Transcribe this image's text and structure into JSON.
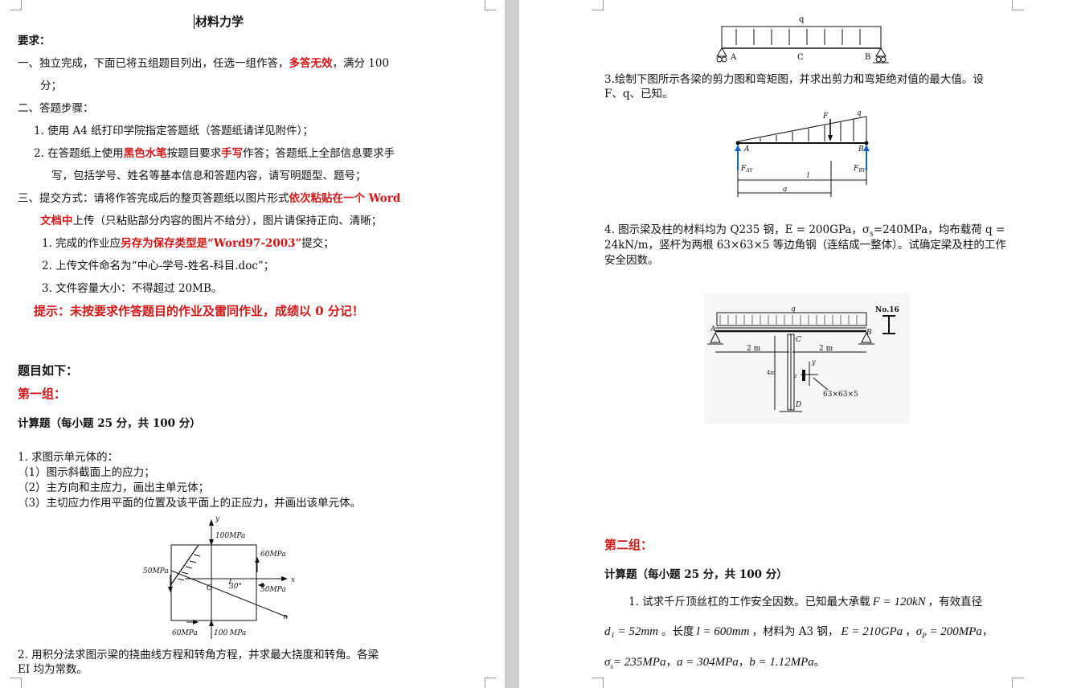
{
  "left": {
    "title": "材料力学",
    "requirements_heading": "要求：",
    "req1_a": "一、独立完成，下面已将五组题目列出，任选一组作答，",
    "req1_red": "多答无效",
    "req1_b": "，满分 100",
    "req1_c": "分；",
    "req2": "二、答题步骤：",
    "req2_1": "1.  使用 A4 纸打印学院指定答题纸（答题纸请详见附件）；",
    "req2_2_a": "2.  在答题纸上使用",
    "req2_2_red1": "黑色水笔",
    "req2_2_b": "按题目要求",
    "req2_2_red2": "手写",
    "req2_2_c": "作答；答题纸上全部信息要求手",
    "req2_2_d": "写，包括学号、姓名等基本信息和答题内容，请写明题型、题号；",
    "req3_a": "三、提交方式：请将作答完成后的整页答题纸以图片形式",
    "req3_red1": "依次粘贴在一个 Word",
    "req3_red2": "文档中",
    "req3_b": "上传（只粘贴部分内容的图片不给分），图片请保持正向、清晰；",
    "req3_1_a": "1. 完成的作业应",
    "req3_1_red": "另存为保存类型是“Word97-2003”",
    "req3_1_b": "提交；",
    "req3_2": "2. 上传文件命名为“中心-学号-姓名-科目.doc”；",
    "req3_3": "3. 文件容量大小：不得超过 20MB。",
    "hint": "提示：未按要求作答题目的作业及雷同作业，成绩以 0 分记！",
    "questions_heading": "题目如下：",
    "group1": "第一组：",
    "calc_heading": "计算题（每小题 25 分，共 100 分）",
    "q1": "1. 求图示单元体的：",
    "q1_1": "（1）图示斜截面上的应力；",
    "q1_2": "（2）主方向和主应力，画出主单元体；",
    "q1_3": "（3）主切应力作用平面的位置及该平面上的正应力，并画出该单元体。",
    "fig1": {
      "y": "y",
      "x": "x",
      "o": "O",
      "n": "n",
      "angle": "30°",
      "top": "100MPa",
      "right_top": "60MPa",
      "left": "50MPa",
      "right_bottom": "50MPa",
      "bottom_left": "60MPa",
      "bottom_right": "100 MPa"
    },
    "q2_a": "2. 用积分法求图示梁的挠曲线方程和转角方程，并求最大挠度和转角。各梁",
    "q2_b": "EI 均为常数。"
  },
  "right": {
    "fig_top": {
      "q": "q",
      "a": "A",
      "c": "C",
      "b": "B"
    },
    "q3_a": "3.绘制下图所示各梁的剪力图和弯矩图，并求出剪力和弯矩绝对值的最大值。设",
    "q3_b": "F、q、已知。",
    "fig3": {
      "q": "q",
      "f": "F",
      "a": "A",
      "b": "B",
      "fby": "F",
      "fby_sub": "BY",
      "fay": "F",
      "fay_sub": "AY",
      "l": "l",
      "a_dim": "a"
    },
    "q4_a": "4. 图示梁及柱的材料均为 Q235 钢，E = 200GPa，σ",
    "q4_sub": "s",
    "q4_b": "=240MPa，均布载荷 q =",
    "q4_c": "24kN/m，竖杆为两根 63×63×5 等边角钢（连结成一整体）。试确定梁及柱的工作",
    "q4_d": "安全因数。",
    "fig4": {
      "q": "q",
      "no": "No.16",
      "a": "A",
      "b": "B",
      "c": "C",
      "d": "D",
      "left_dim": "2 m",
      "right_dim": "2 m",
      "h": "4m",
      "z": "z",
      "y": "y",
      "angle": "63×63×5"
    },
    "group2": "第二组：",
    "calc_heading": "计算题（每小题 25 分，共 100 分）",
    "g2q1_a": "1. 试求千斤顶丝杠的工作安全因数。已知最大承载",
    "g2q1_f": "F = 120kN",
    "g2q1_b": "，有效直径",
    "g2q1_d": "d₁ = 52mm",
    "g2q1_c": "。长度",
    "g2q1_l": "l = 600mm",
    "g2q1_e": "，材料为 A3 钢，",
    "g2q1_E": "E = 210GPa",
    "g2q1_sp": "σ",
    "g2q1_sp_sub": "P",
    "g2q1_sp_val": " = 200MPa",
    "g2q1_ss": "σ",
    "g2q1_ss_sub": "s",
    "g2q1_ss_val": "= 235MPa",
    "g2q1_a_val": "a = 304MPa",
    "g2q1_b_val": "b = 1.12MPa",
    "comma": "，",
    "period": "。"
  }
}
